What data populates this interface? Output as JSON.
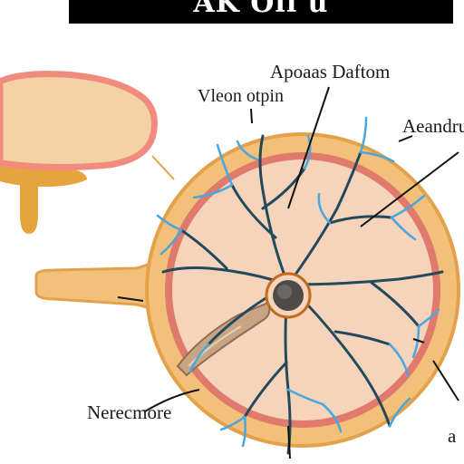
{
  "title": "AK Oll u",
  "labels": {
    "top_right": "Apoaas Daftom",
    "top_left": "Vleon otpin",
    "right": "Aeandru",
    "bottom_left": "Nerecmore",
    "bottom_right": "a"
  },
  "colors": {
    "outer_ring": "#f2c079",
    "outer_ring_stroke": "#e4a14b",
    "red_band": "#e07a6c",
    "inner_fill": "#f6d4bb",
    "vessel_dark": "#234a5c",
    "vessel_light": "#49a7df",
    "brain_fill": "#f3d3a5",
    "brain_border": "#f08b7e",
    "stem": "#e7a33e",
    "nucleus": "#4e4a47",
    "nucleus_ring": "#c26a1e"
  },
  "icons": {
    "left_organ": "brain-icon",
    "center": "nucleus-icon"
  }
}
